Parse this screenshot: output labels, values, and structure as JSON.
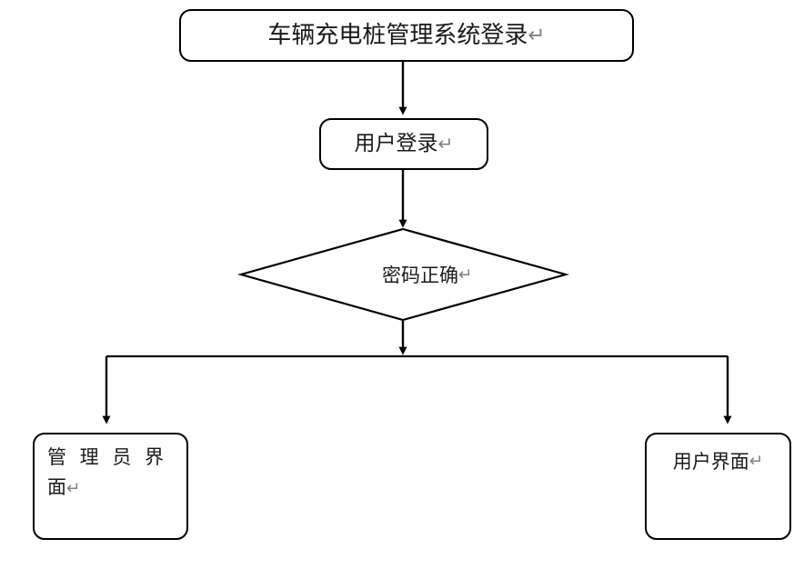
{
  "diagram": {
    "type": "flowchart",
    "title_text": "车辆充电桩管理系统登录",
    "return_mark": "↵",
    "nodes": [
      {
        "id": "title",
        "shape": "rounded-rectangle",
        "label": "车辆充电桩管理系统登录↵",
        "text": "车辆充电桩管理系统登录"
      },
      {
        "id": "login",
        "shape": "rounded-rectangle",
        "label": "用户登录↵",
        "text": "用户登录"
      },
      {
        "id": "decision",
        "shape": "diamond",
        "label": "密码正确↵",
        "text": "密码正确"
      },
      {
        "id": "admin",
        "shape": "rounded-rectangle",
        "label": "管理员界面↵",
        "line1": "管理员界",
        "line2": "面↵"
      },
      {
        "id": "user",
        "shape": "rounded-rectangle",
        "label": "用户界面↵",
        "text": "用户界面"
      }
    ],
    "edges": [
      {
        "from": "title",
        "to": "login",
        "style": "straight-arrow-down"
      },
      {
        "from": "login",
        "to": "decision",
        "style": "straight-arrow-down"
      },
      {
        "from": "decision",
        "to": "bus",
        "style": "straight-arrow-down"
      },
      {
        "from": "bus",
        "to": "admin",
        "style": "elbow-arrow-down-left"
      },
      {
        "from": "bus",
        "to": "user",
        "style": "elbow-arrow-down-right"
      }
    ],
    "colors": {
      "stroke": "#000000",
      "fill": "#ffffff",
      "text": "#1a1a1a",
      "return_mark": "#808080"
    }
  }
}
